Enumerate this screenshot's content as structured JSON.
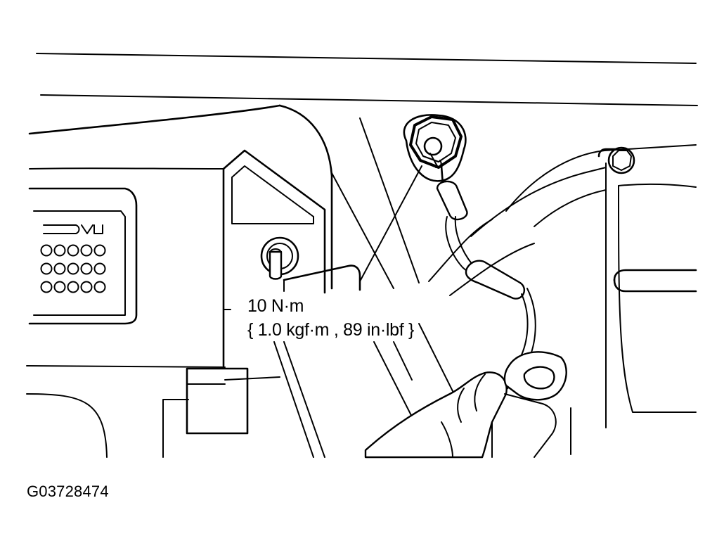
{
  "diagram": {
    "torque_spec": {
      "line1": "10 N·m",
      "line2": "{ 1.0 kgf·m , 89 in·lbf }"
    },
    "figure_id": "G03728474",
    "connector_pins_per_row": [
      5,
      5,
      5
    ],
    "colors": {
      "ink": "#000000",
      "paper": "#ffffff"
    }
  }
}
